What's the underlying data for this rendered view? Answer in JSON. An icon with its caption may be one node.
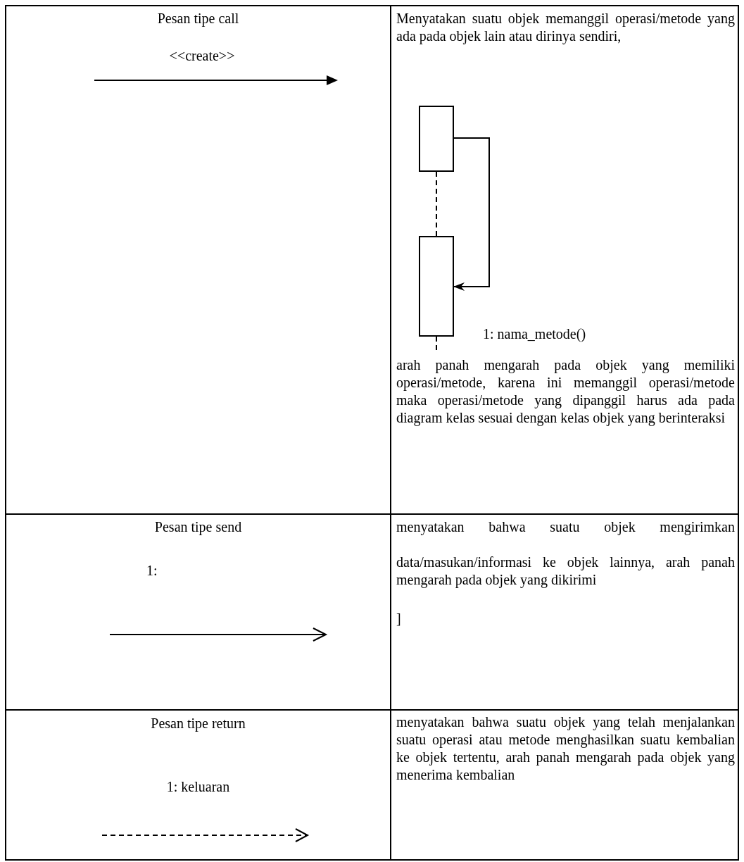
{
  "diagram": {
    "nodes": [
      {
        "text": [],
        "shape": "box"
      },
      {
        "text": [],
        "shape": "box"
      }
    ],
    "edges": [
      {
        "from": 0,
        "to": 1,
        "arrow": "to"
      },
      {
        "from": 0,
        "to": 1,
        "arrow": "none",
        "style": "dashed"
      }
    ],
    "labels": [
      "Pesan tipe call",
      "<<create>>",
      "Menyatakan suatu objek memanggil operasi/metode yang ada pada objek lain atau dirinya sendiri,",
      "1: nama_metode()",
      "arah panah mengarah pada objek yang memiliki operasi/metode, karena ini memanggil operasi/metode maka operasi/metode yang dipanggil harus ada pada diagram kelas sesuai dengan kelas objek yang berinteraksi",
      "Pesan tipe send",
      "1:",
      "menyatakan bahwa suatu objek mengirimkan",
      "data/masukan/informasi ke objek lainnya, arah panah mengarah pada objek yang dikirimi",
      "]",
      "Pesan tipe return",
      "1: keluaran",
      "menyatakan bahwa suatu objek yang telah menjalankan suatu operasi atau metode menghasilkan suatu kembalian ke objek tertentu, arah panah mengarah pada objek yang menerima kembalian"
    ]
  }
}
